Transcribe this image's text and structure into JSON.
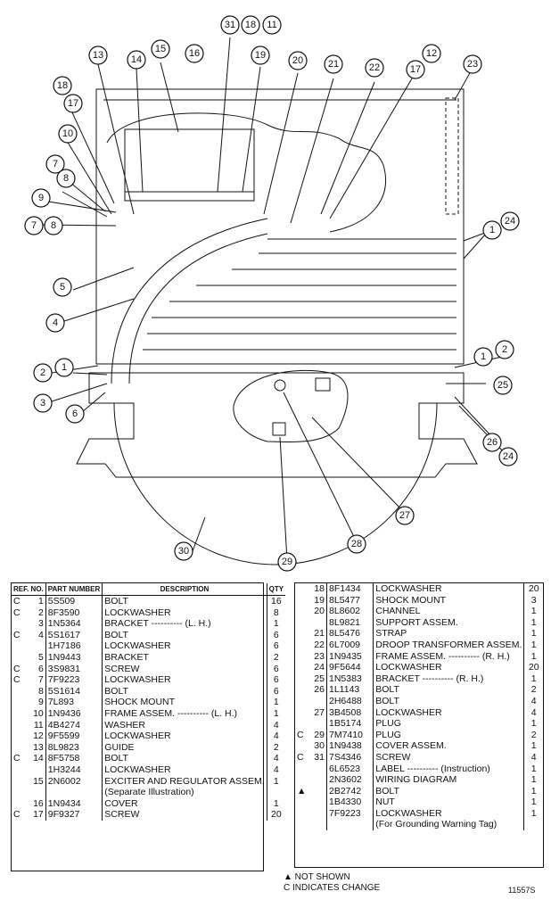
{
  "diagram": {
    "callouts": [
      "31",
      "18",
      "11",
      "15",
      "16",
      "13",
      "14",
      "19",
      "20",
      "21",
      "22",
      "12",
      "17",
      "23",
      "18",
      "17",
      "10",
      "7",
      "8",
      "9",
      "7",
      "8",
      "24",
      "1",
      "5",
      "4",
      "2",
      "1",
      "3",
      "6",
      "2",
      "1",
      "25",
      "26",
      "24",
      "27",
      "28",
      "29",
      "30"
    ]
  },
  "parts_table": {
    "headers": {
      "ref": "REF. NO.",
      "part": "PART NUMBER",
      "desc": "DESCRIPTION",
      "qty": "QTY"
    },
    "left_rows": [
      {
        "mark": "C",
        "ref": "1",
        "part": "5S509",
        "desc": "BOLT",
        "qty": "16"
      },
      {
        "mark": "C",
        "ref": "2",
        "part": "8F3590",
        "desc": "LOCKWASHER",
        "qty": "8"
      },
      {
        "mark": "",
        "ref": "3",
        "part": "1N5364",
        "desc": "BRACKET ---------- (L. H.)",
        "qty": "1"
      },
      {
        "mark": "C",
        "ref": "4",
        "part": "5S1617",
        "desc": "BOLT",
        "qty": "6"
      },
      {
        "mark": "",
        "ref": "",
        "part": "1H7186",
        "desc": "LOCKWASHER",
        "qty": "6"
      },
      {
        "mark": "",
        "ref": "5",
        "part": "1N9443",
        "desc": "BRACKET",
        "qty": "2"
      },
      {
        "mark": "C",
        "ref": "6",
        "part": "3S9831",
        "desc": "SCREW",
        "qty": "6"
      },
      {
        "mark": "C",
        "ref": "7",
        "part": "7F9223",
        "desc": "LOCKWASHER",
        "qty": "6"
      },
      {
        "mark": "",
        "ref": "8",
        "part": "5S1614",
        "desc": "BOLT",
        "qty": "6"
      },
      {
        "mark": "",
        "ref": "9",
        "part": "7L893",
        "desc": "SHOCK MOUNT",
        "qty": "1"
      },
      {
        "mark": "",
        "ref": "10",
        "part": "1N9436",
        "desc": "FRAME ASSEM. ---------- (L. H.)",
        "qty": "1"
      },
      {
        "mark": "",
        "ref": "11",
        "part": "4B4274",
        "desc": "WASHER",
        "qty": "4"
      },
      {
        "mark": "",
        "ref": "12",
        "part": "9F5599",
        "desc": "LOCKWASHER",
        "qty": "4"
      },
      {
        "mark": "",
        "ref": "13",
        "part": "8L9823",
        "desc": "GUIDE",
        "qty": "2"
      },
      {
        "mark": "C",
        "ref": "14",
        "part": "8F5758",
        "desc": "BOLT",
        "qty": "4"
      },
      {
        "mark": "",
        "ref": "",
        "part": "1H3244",
        "desc": "LOCKWASHER",
        "qty": "4"
      },
      {
        "mark": "",
        "ref": "15",
        "part": "2N6002",
        "desc": "EXCITER AND REGULATOR ASSEM.",
        "qty": "1"
      },
      {
        "mark": "",
        "ref": "",
        "part": "",
        "desc": "(Separate Illustration)",
        "qty": ""
      },
      {
        "mark": "",
        "ref": "16",
        "part": "1N9434",
        "desc": "COVER",
        "qty": "1"
      },
      {
        "mark": "C",
        "ref": "17",
        "part": "9F9327",
        "desc": "SCREW",
        "qty": "20"
      }
    ],
    "right_rows": [
      {
        "mark": "",
        "ref": "18",
        "part": "8F1434",
        "desc": "LOCKWASHER",
        "qty": "20"
      },
      {
        "mark": "",
        "ref": "19",
        "part": "8L5477",
        "desc": "SHOCK MOUNT",
        "qty": "3"
      },
      {
        "mark": "",
        "ref": "20",
        "part": "8L8602",
        "desc": "CHANNEL",
        "qty": "1"
      },
      {
        "mark": "",
        "ref": "",
        "part": "8L9821",
        "desc": "SUPPORT ASSEM.",
        "qty": "1"
      },
      {
        "mark": "",
        "ref": "21",
        "part": "8L5476",
        "desc": "STRAP",
        "qty": "1"
      },
      {
        "mark": "",
        "ref": "22",
        "part": "6L7009",
        "desc": "DROOP TRANSFORMER ASSEM.",
        "qty": "1"
      },
      {
        "mark": "",
        "ref": "23",
        "part": "1N9435",
        "desc": "FRAME ASSEM. ---------- (R. H.)",
        "qty": "1"
      },
      {
        "mark": "",
        "ref": "24",
        "part": "9F5644",
        "desc": "LOCKWASHER",
        "qty": "20"
      },
      {
        "mark": "",
        "ref": "25",
        "part": "1N5383",
        "desc": "BRACKET ---------- (R. H.)",
        "qty": "1"
      },
      {
        "mark": "",
        "ref": "26",
        "part": "1L1143",
        "desc": "BOLT",
        "qty": "2"
      },
      {
        "mark": "",
        "ref": "",
        "part": "2H6488",
        "desc": "BOLT",
        "qty": "4"
      },
      {
        "mark": "",
        "ref": "27",
        "part": "3B4508",
        "desc": "LOCKWASHER",
        "qty": "4"
      },
      {
        "mark": "",
        "ref": "",
        "part": "1B5174",
        "desc": "PLUG",
        "qty": "1"
      },
      {
        "mark": "C",
        "ref": "29",
        "part": "7M7410",
        "desc": "PLUG",
        "qty": "2"
      },
      {
        "mark": "",
        "ref": "30",
        "part": "1N9438",
        "desc": "COVER ASSEM.",
        "qty": "1"
      },
      {
        "mark": "C",
        "ref": "31",
        "part": "7S4346",
        "desc": "SCREW",
        "qty": "4"
      },
      {
        "mark": "",
        "ref": "",
        "part": "6L6523",
        "desc": "LABEL ---------- (Instruction)",
        "qty": "1"
      },
      {
        "mark": "",
        "ref": "",
        "part": "2N3602",
        "desc": "WIRING DIAGRAM",
        "qty": "1"
      },
      {
        "mark": "▲",
        "ref": "",
        "part": "2B2742",
        "desc": "BOLT",
        "qty": "1"
      },
      {
        "mark": "",
        "ref": "",
        "part": "1B4330",
        "desc": "NUT",
        "qty": "1"
      },
      {
        "mark": "",
        "ref": "",
        "part": "7F9223",
        "desc": "LOCKWASHER",
        "qty": "1"
      },
      {
        "mark": "",
        "ref": "",
        "part": "",
        "desc": "(For Grounding Warning Tag)",
        "qty": ""
      }
    ]
  },
  "notes": {
    "not_shown": "▲ NOT SHOWN",
    "change": "C INDICATES CHANGE"
  },
  "figure_id": "11557S"
}
